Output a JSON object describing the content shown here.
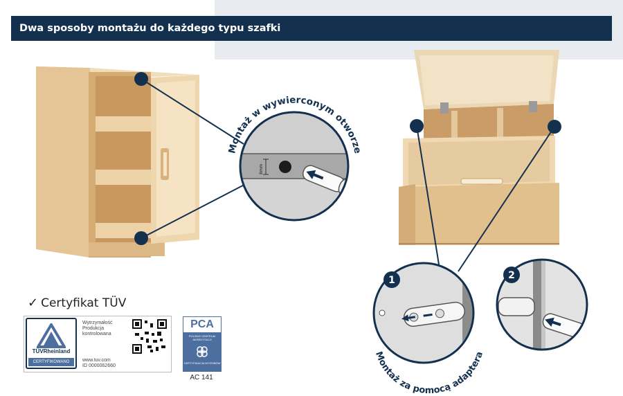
{
  "header": {
    "title": "Dwa sposoby montażu do każdego typu szafki"
  },
  "callouts": {
    "drilled_label": "Montaż w wywierconym otworze",
    "drill_size": "8mm",
    "adapter_label": "Montaż za pomocą adaptera",
    "step1": "1",
    "step2": "2"
  },
  "certificate": {
    "title": "Certyfikat TÜV",
    "tuv_brand": "TÜVRheinland",
    "tuv_badge": "CERTYFIKOWANO",
    "tuv_lines": [
      "Wytrzymałość",
      "Produkcja",
      "kontrolowana"
    ],
    "tuv_url": "www.tuv.com",
    "tuv_id": "ID 0000062660",
    "pca_logo": "PCA",
    "pca_sub": "POLSKIE CENTRUM AKREDYTACJI",
    "pca_foot": "CERTYFIKACJA WYROBÓW",
    "pca_code": "AC 141"
  },
  "colors": {
    "navy": "#14304f",
    "wood": "#e6c79b",
    "wood_dark": "#c9a274",
    "callout_gray": "#dcdcdc"
  }
}
